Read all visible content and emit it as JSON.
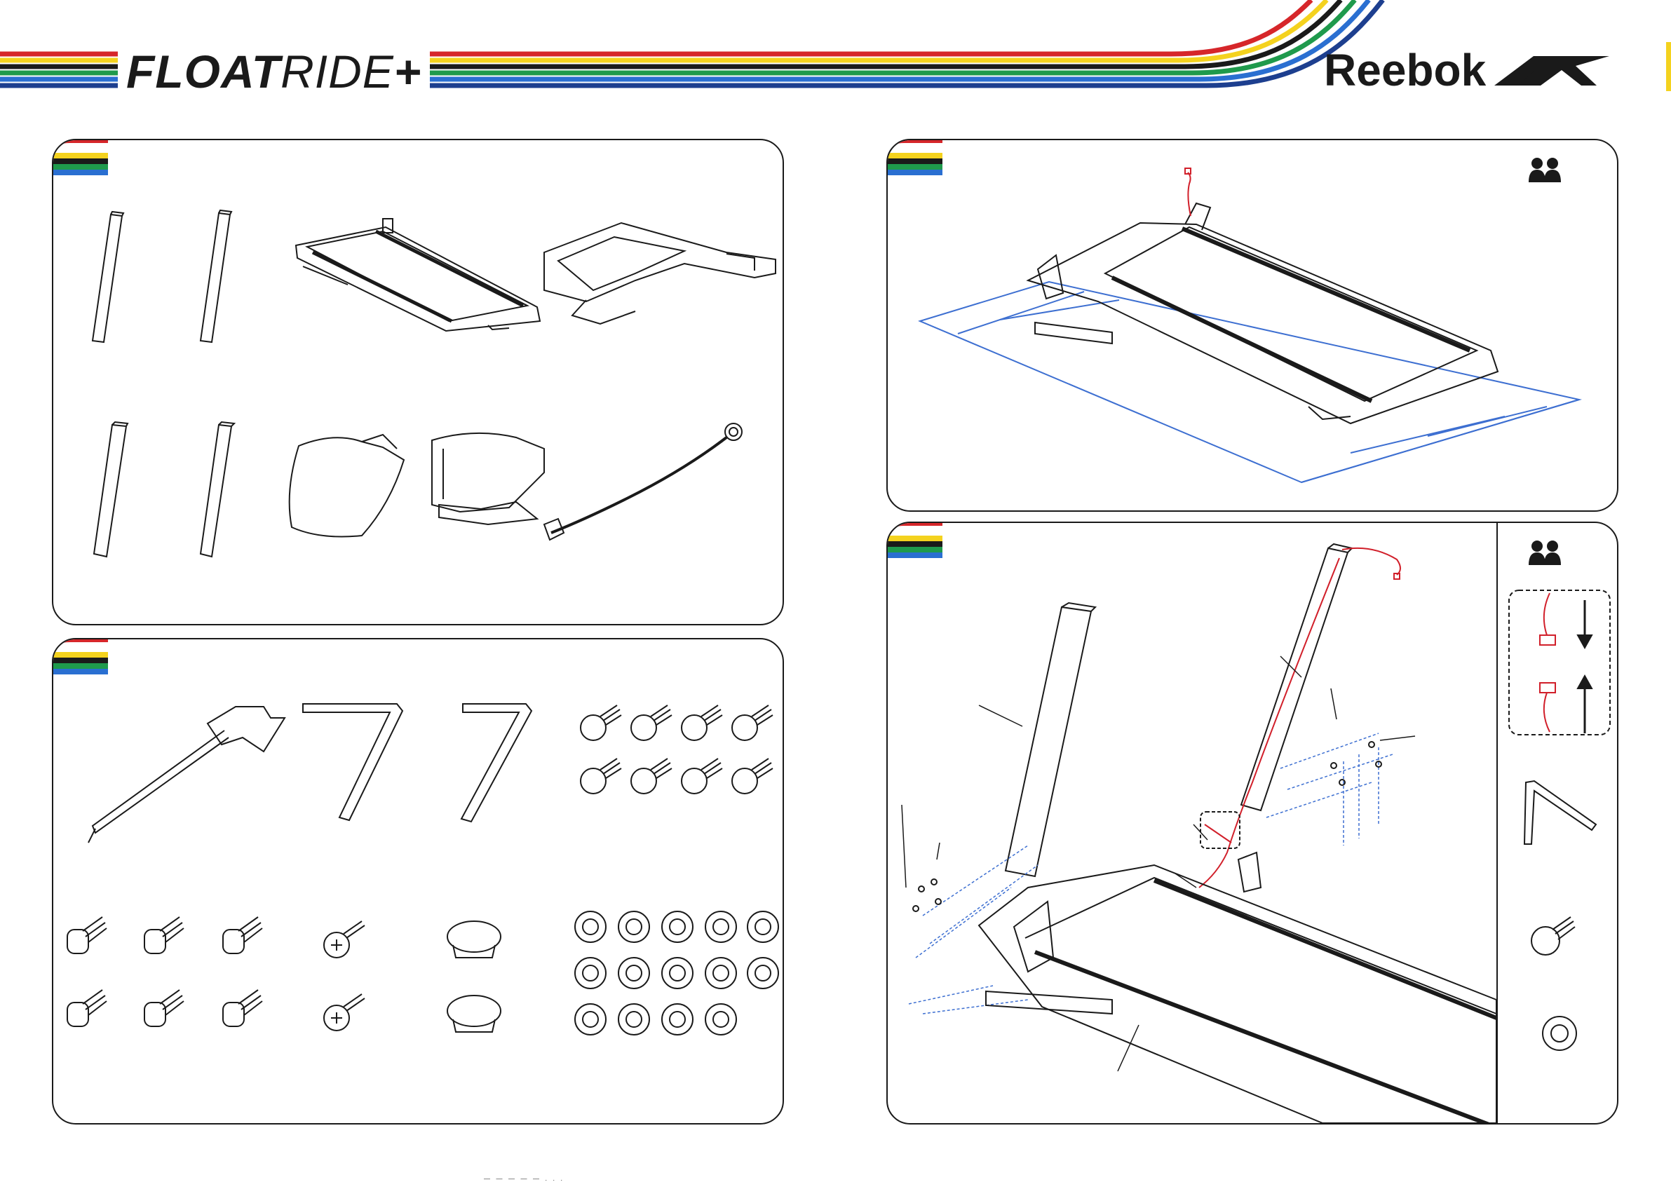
{
  "brand": {
    "part1": "FLOAT",
    "part2": "RIDE",
    "part3": "+",
    "logo_text": "Reebok",
    "logo_icon": "reebok-vector-icon"
  },
  "colors": {
    "stripe_red": "#d6262a",
    "stripe_yellow": "#f4d21e",
    "stripe_green": "#1f9a4c",
    "stripe_blue": "#2a6fd1",
    "guide_blue": "#3d6fd1",
    "cable_red": "#d11f2a",
    "outline": "#1a1a1a"
  },
  "panels": {
    "parts_large": {
      "icon": "corner-stripes-icon"
    },
    "hardware": {
      "icon": "corner-stripes-icon"
    },
    "step1": {
      "icon": "two-person-icon"
    },
    "step2": {
      "icon": "two-person-icon",
      "sidebar_icons": [
        "connector-icon",
        "allen-key-icon",
        "button-bolt-icon",
        "star-washer-icon"
      ]
    }
  },
  "footer": {
    "text": "— — — — —   . . ."
  }
}
